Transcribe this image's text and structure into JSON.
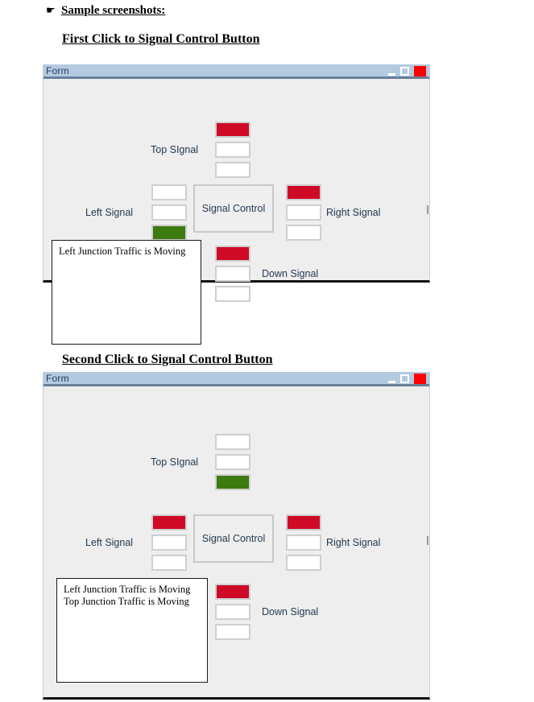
{
  "document": {
    "bullet_glyph": "☛",
    "sample_heading": "Sample screenshots:",
    "first_heading": "First Click to Signal Control Button",
    "second_heading": "Second Click to Signal Control Button"
  },
  "colors": {
    "red_lamp": "#ce0a26",
    "green_lamp": "#3d7a10",
    "lamp_off": "#ffffff",
    "titlebar": "#b4cae0",
    "form_background": "#eeeeee",
    "close_button": "#fe0000",
    "label_text": "#243a52"
  },
  "window_controls": {
    "minimize": "minimize-icon",
    "maximize": "maximize-icon",
    "close": "close-icon"
  },
  "forms": [
    {
      "id": "form-first-click",
      "title": "Form",
      "signal_control_label": "Signal Control",
      "top_signal": {
        "label": "Top SIgnal",
        "lamps": [
          "red",
          "off",
          "off"
        ]
      },
      "left_signal": {
        "label": "Left Signal",
        "lamps": [
          "off",
          "off",
          "green"
        ]
      },
      "right_signal": {
        "label": "Right Signal",
        "lamps": [
          "red",
          "off",
          "off"
        ]
      },
      "down_signal": {
        "label": "Down Signal",
        "lamps": [
          "red",
          "off",
          "off"
        ]
      },
      "log": "Left Junction Traffic is Moving"
    },
    {
      "id": "form-second-click",
      "title": "Form",
      "signal_control_label": "Signal Control",
      "top_signal": {
        "label": "Top SIgnal",
        "lamps": [
          "off",
          "off",
          "green"
        ]
      },
      "left_signal": {
        "label": "Left Signal",
        "lamps": [
          "red",
          "off",
          "off"
        ]
      },
      "right_signal": {
        "label": "Right Signal",
        "lamps": [
          "red",
          "off",
          "off"
        ]
      },
      "down_signal": {
        "label": "Down Signal",
        "lamps": [
          "red",
          "off",
          "off"
        ]
      },
      "log": "Left Junction Traffic is Moving\nTop Junction Traffic is Moving"
    }
  ]
}
